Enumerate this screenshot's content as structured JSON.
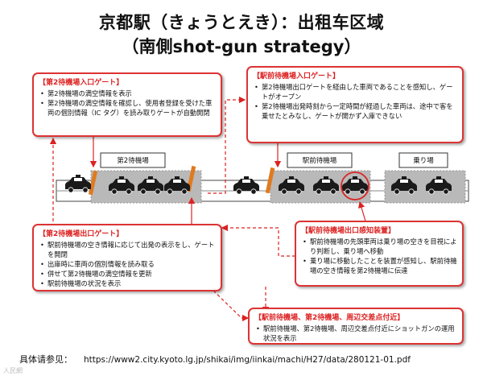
{
  "title": {
    "line1": "京都駅（きょうとえき）：出租车区域",
    "line2": "（南側shot-gun strategy）"
  },
  "areas": {
    "waiting2": "第2待機場",
    "station_front": "駅前待機場",
    "boarding": "乗り場"
  },
  "callouts": {
    "entry_gate2": {
      "header": "【第2待機場入口ゲート】",
      "items": [
        "第2待機場の満空情報を表示",
        "第2待機場の満空情報を確認し、使用者登録を受けた車両の個別情報（IC タグ）を読み取りゲートが自動開閉"
      ]
    },
    "entry_gate_station": {
      "header": "【駅前待機場入口ゲート】",
      "items": [
        "第2待機場出口ゲートを経由した車両であることを感知し、ゲートがオープン",
        "第2待機場出発時刻から一定時間が経過した車両は、途中で客を乗せたとみなし、ゲートが開かず入庫できない"
      ]
    },
    "exit_gate2": {
      "header": "【第2待機場出口ゲート】",
      "items": [
        "駅前待機場の空き情報に応じて出発の表示をし、ゲートを開閉",
        "出庫時に車両の個別情報を読み取る",
        "併せて第2待機場の満空情報を更新",
        "駅前待機場の状況を表示"
      ]
    },
    "exit_sensor": {
      "header": "【駅前待機場出口感知装置】",
      "items": [
        "駅前待機場の先頭車両は乗り場の空きを目視により判断し、乗り場へ移動",
        "乗り場に移動したことを装置が感知し、駅前待機場の空き情報を第2待機場に伝達"
      ]
    },
    "surroundings": {
      "header": "【駅前待機場、第2待機場、周辺交差点付近】",
      "items": [
        "駅前待機場、第2待機場、周辺交差点付近にショットガンの運用状況を表示"
      ]
    }
  },
  "footer": {
    "label": "具体请参见：",
    "url": "https://www2.city.kyoto.lg.jp/shikai/img/iinkai/machi/H27/data/280121-01.pdf"
  },
  "watermark": "人民網",
  "colors": {
    "accent": "#d22222",
    "taxi": "#1a1a1a",
    "zone": "#b5b5b5",
    "road": "#6b6b6b",
    "gate": "#e07a1f"
  }
}
